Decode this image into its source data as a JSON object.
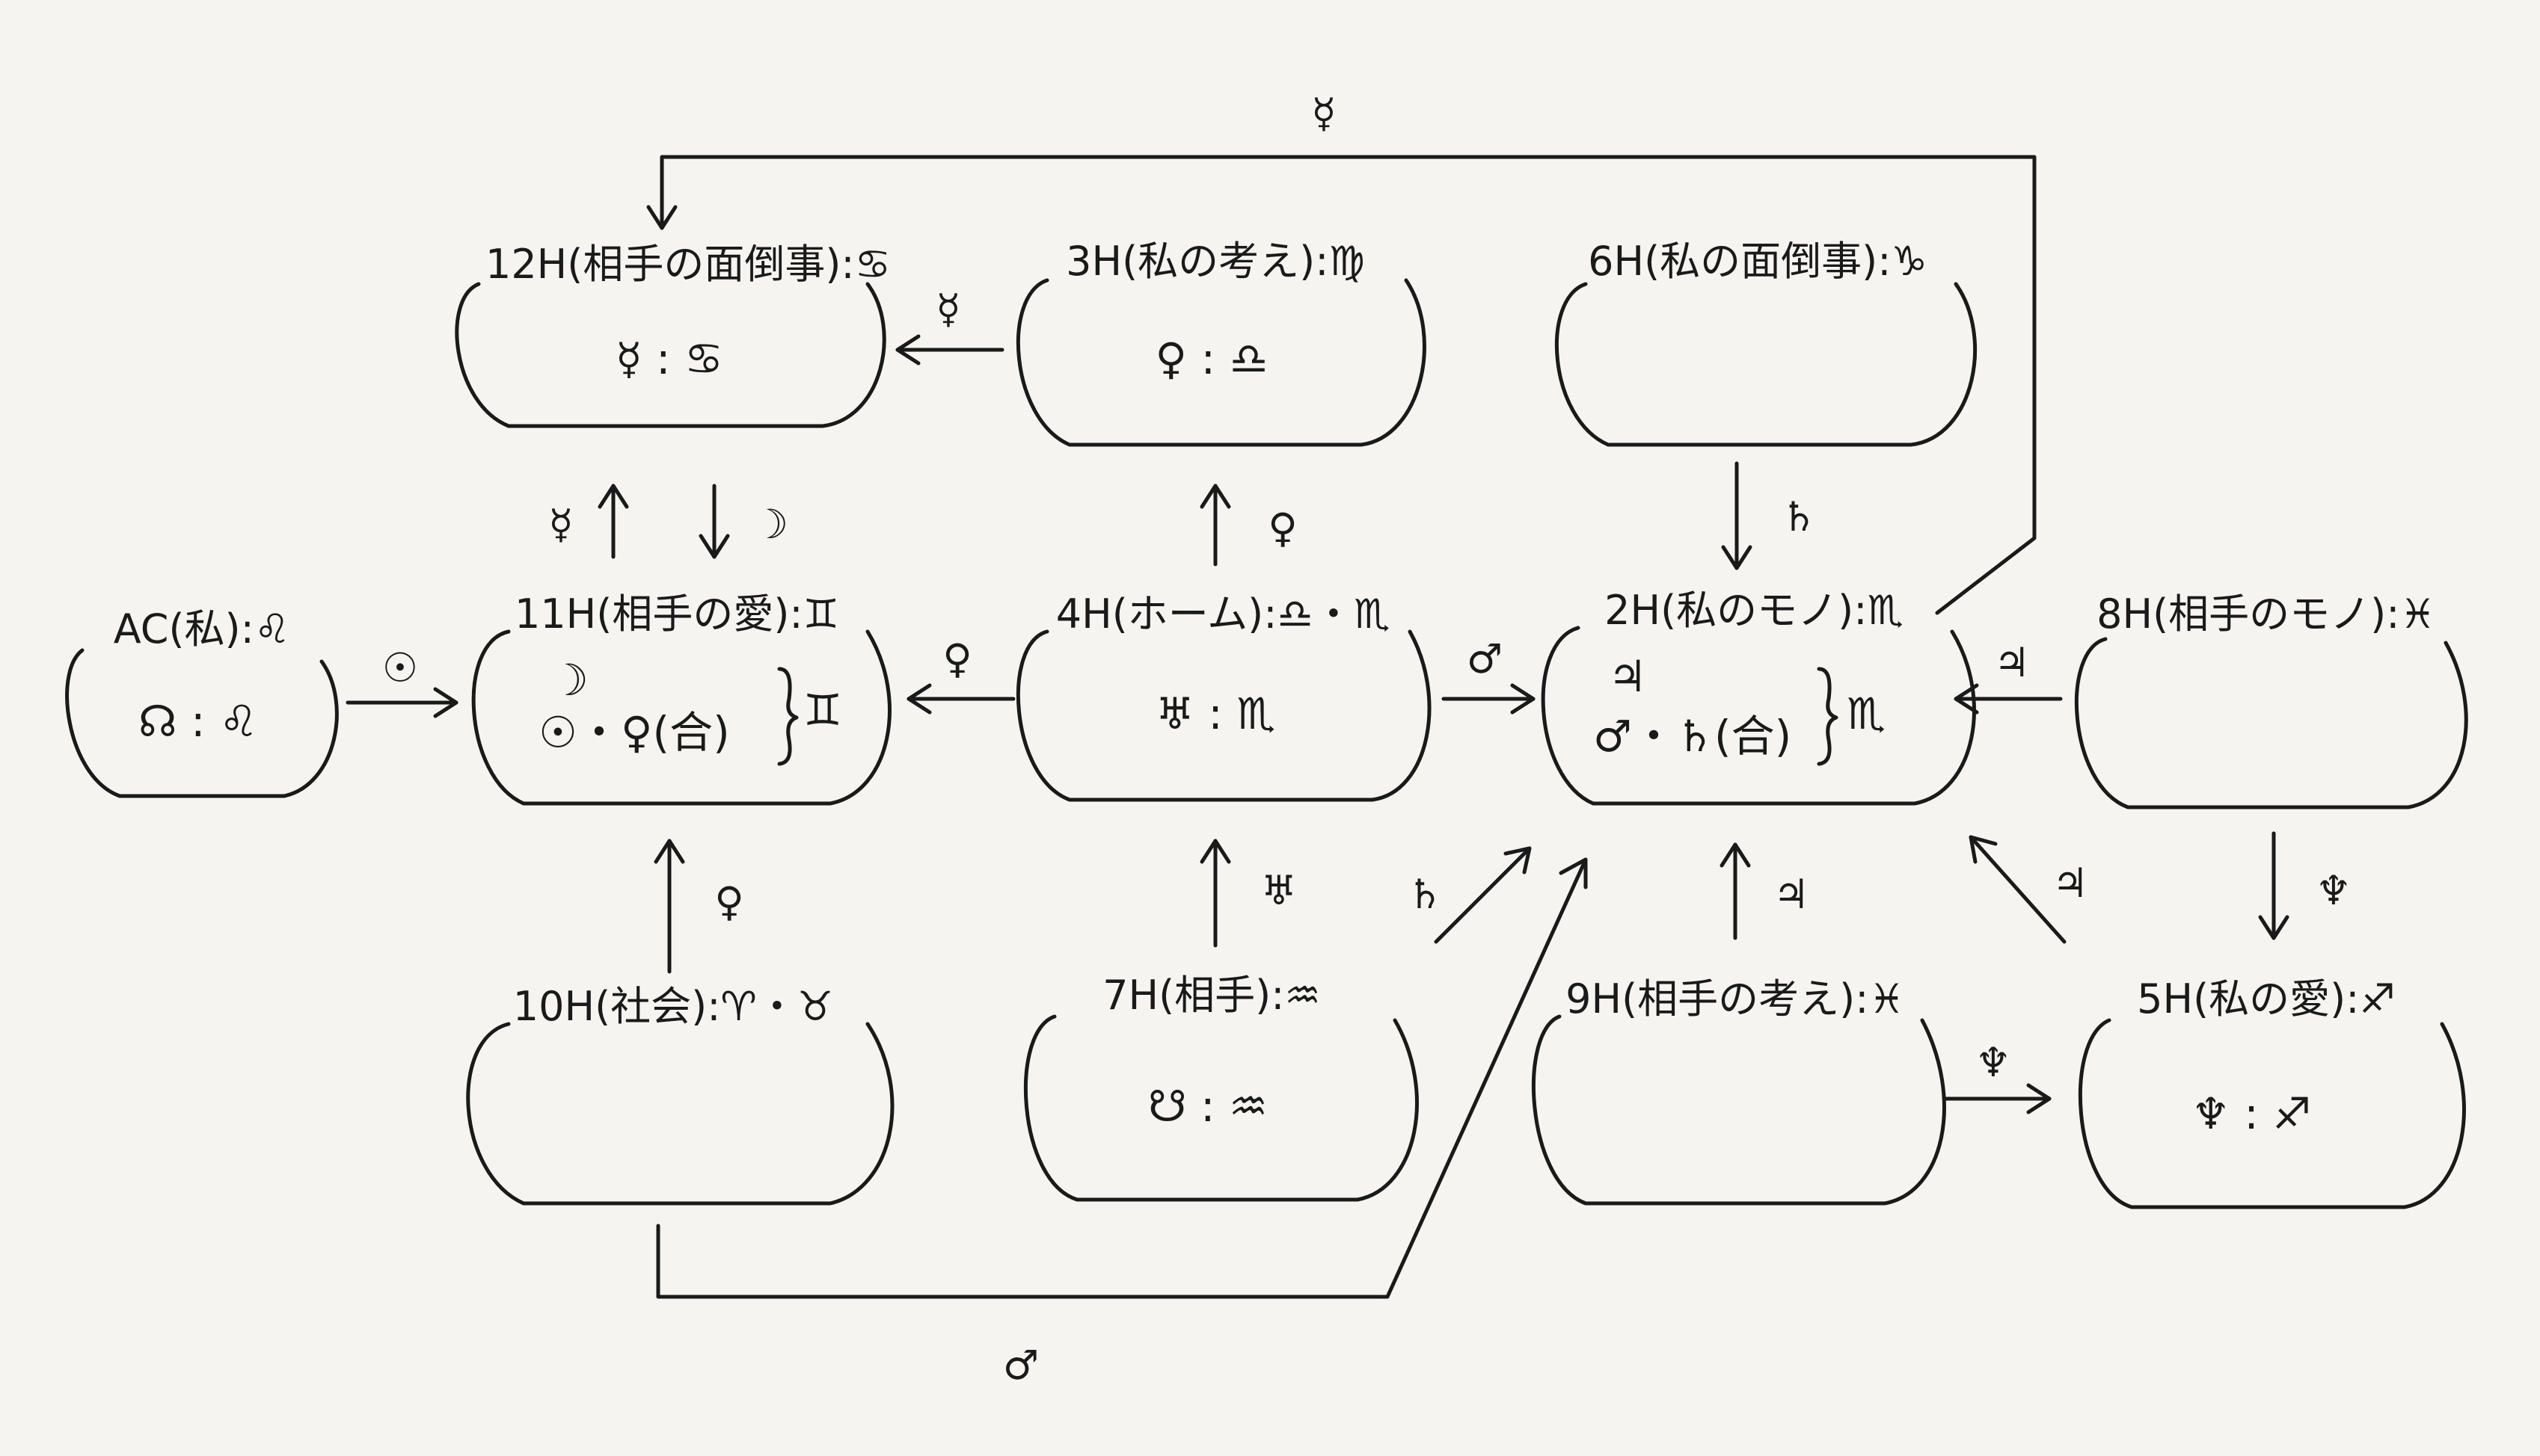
{
  "nodes": {
    "h12": {
      "title": "12H(相手の面倒事):♋",
      "lines": [
        "☿ : ♋"
      ]
    },
    "h3": {
      "title": "3H(私の考え):♍",
      "lines": [
        "♀ : ♎"
      ]
    },
    "h6": {
      "title": "6H(私の面倒事):♑",
      "lines": []
    },
    "ac": {
      "title": "AC(私):♌",
      "lines": [
        "☊ : ♌"
      ]
    },
    "h11": {
      "title": "11H(相手の愛):♊",
      "lines": [
        "☽",
        "☉・♀(合)"
      ],
      "bracket": "♊"
    },
    "h4": {
      "title": "4H(ホーム):♎・♏",
      "lines": [
        "♅ : ♏"
      ]
    },
    "h2": {
      "title": "2H(私のモノ):♏",
      "lines": [
        "♃",
        "♂・♄(合)"
      ],
      "bracket": "♏"
    },
    "h8": {
      "title": "8H(相手のモノ):♓",
      "lines": []
    },
    "h10": {
      "title": "10H(社会):♈・♉",
      "lines": []
    },
    "h7": {
      "title": "7H(相手):♒",
      "lines": [
        "☋ : ♒"
      ]
    },
    "h9": {
      "title": "9H(相手の考え):♓",
      "lines": []
    },
    "h5": {
      "title": "5H(私の愛):♐",
      "lines": [
        "♆ : ♐"
      ]
    }
  },
  "edges": [
    {
      "id": "e1",
      "from": "ac",
      "to": "h11",
      "label": "☉"
    },
    {
      "id": "e2",
      "from": "h11",
      "to": "h12",
      "label": "☿"
    },
    {
      "id": "e3",
      "from": "h12",
      "to": "h11",
      "label": "☽"
    },
    {
      "id": "e4",
      "from": "h3",
      "to": "h12",
      "label": "☿"
    },
    {
      "id": "e5",
      "from": "h4",
      "to": "h3",
      "label": "♀"
    },
    {
      "id": "e6",
      "from": "h4",
      "to": "h11",
      "label": "♀"
    },
    {
      "id": "e7",
      "from": "h10",
      "to": "h11",
      "label": "♀"
    },
    {
      "id": "e8",
      "from": "h7",
      "to": "h4",
      "label": "♅"
    },
    {
      "id": "e9",
      "from": "h4",
      "to": "h2",
      "label": "♂"
    },
    {
      "id": "e10",
      "from": "h6",
      "to": "h2",
      "label": "♄"
    },
    {
      "id": "e11",
      "from": "h8",
      "to": "h2",
      "label": "♃"
    },
    {
      "id": "e12",
      "from": "h9",
      "to": "h2",
      "label": "♃"
    },
    {
      "id": "e13",
      "from": "h5",
      "to": "h2",
      "label": "♃"
    },
    {
      "id": "e14",
      "from": "h8",
      "to": "h5",
      "label": "♆"
    },
    {
      "id": "e15",
      "from": "h9",
      "to": "h5",
      "label": "♆"
    },
    {
      "id": "e16",
      "from": "h7",
      "to": "h2",
      "label": "♄"
    },
    {
      "id": "e17",
      "from": "h10",
      "to": "h2",
      "label": "♂"
    },
    {
      "id": "e18",
      "from": "h2",
      "to": "h12",
      "label": "☿"
    }
  ]
}
